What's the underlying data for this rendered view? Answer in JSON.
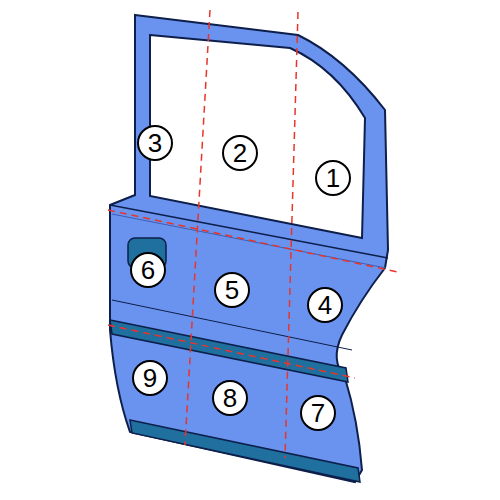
{
  "diagram": {
    "labels": [
      "3",
      "2",
      "1",
      "6",
      "5",
      "4",
      "9",
      "8",
      "7"
    ]
  }
}
